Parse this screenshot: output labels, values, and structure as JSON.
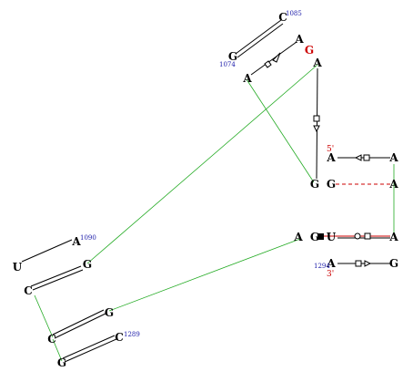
{
  "colors": {
    "backbone": "#22aa22",
    "pair": "#000000",
    "nucleotide": "#000000",
    "highlight": "#cc0000",
    "number": "#1a1aa8",
    "background": "#ffffff"
  },
  "nucleotides": {
    "n1": "C",
    "n2": "A",
    "n3": "G",
    "n4": "A",
    "n5": "G",
    "n6": "A",
    "n7": "A",
    "n8": "A",
    "n9": "G",
    "n10": "G",
    "n11": "A",
    "n12": "A",
    "n13": "G",
    "n14": "U",
    "n15": "A",
    "n16": "A",
    "n17": "G",
    "n18": "A",
    "n19": "G",
    "n20": "U",
    "n21": "C",
    "n22": "G",
    "n23": "C",
    "n24": "C",
    "n25": "G"
  },
  "numbering": {
    "label_1085": "1085",
    "label_1074": "1074",
    "label_1090": "1090",
    "label_1294": "1294",
    "label_1289": "1289"
  },
  "ends": {
    "five_prime": "5'",
    "three_prime": "3'"
  },
  "icons": [
    "square-symbol-icon",
    "triangle-symbol-icon",
    "circle-symbol-icon"
  ]
}
